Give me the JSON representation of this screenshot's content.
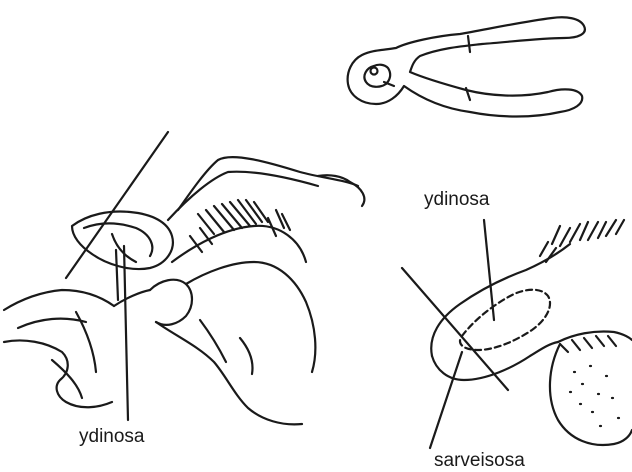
{
  "labels": {
    "left_bottom": "ydinosa",
    "right_top": "ydinosa",
    "right_bottom": "sarveisosa"
  },
  "colors": {
    "ink": "#1a1a1a",
    "background": "#ffffff"
  }
}
